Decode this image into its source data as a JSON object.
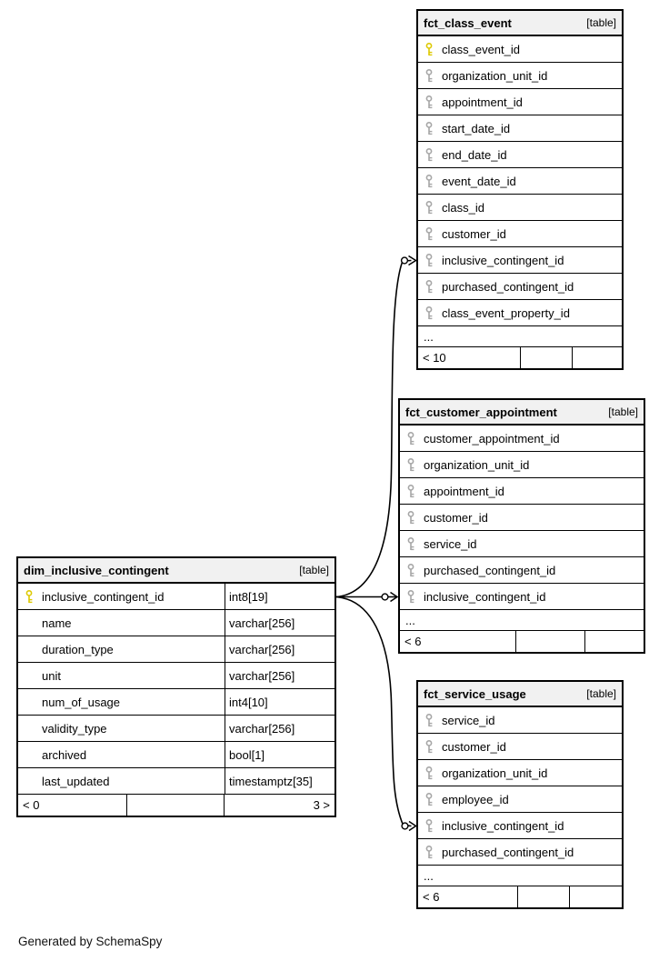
{
  "diagram": {
    "generated_by": "Generated by SchemaSpy"
  },
  "colors": {
    "primary_key_icon": "#ddc900",
    "foreign_key_icon": "#a6a6a6",
    "header_background": "#f1f1f1",
    "border": "#000000"
  },
  "tables": {
    "fct_class_event": {
      "title": "fct_class_event",
      "type_label": "[table]",
      "columns": [
        {
          "name": "class_event_id"
        },
        {
          "name": "organization_unit_id"
        },
        {
          "name": "appointment_id"
        },
        {
          "name": "start_date_id"
        },
        {
          "name": "end_date_id"
        },
        {
          "name": "event_date_id"
        },
        {
          "name": "class_id"
        },
        {
          "name": "customer_id"
        },
        {
          "name": "inclusive_contingent_id"
        },
        {
          "name": "purchased_contingent_id"
        },
        {
          "name": "class_event_property_id"
        }
      ],
      "ellipsis": "...",
      "footer_left": "< 10"
    },
    "fct_customer_appointment": {
      "title": "fct_customer_appointment",
      "type_label": "[table]",
      "columns": [
        {
          "name": "customer_appointment_id"
        },
        {
          "name": "organization_unit_id"
        },
        {
          "name": "appointment_id"
        },
        {
          "name": "customer_id"
        },
        {
          "name": "service_id"
        },
        {
          "name": "purchased_contingent_id"
        },
        {
          "name": "inclusive_contingent_id"
        }
      ],
      "ellipsis": "...",
      "footer_left": "< 6"
    },
    "dim_inclusive_contingent": {
      "title": "dim_inclusive_contingent",
      "type_label": "[table]",
      "columns": [
        {
          "name": "inclusive_contingent_id",
          "type": "int8[19]"
        },
        {
          "name": "name",
          "type": "varchar[256]"
        },
        {
          "name": "duration_type",
          "type": "varchar[256]"
        },
        {
          "name": "unit",
          "type": "varchar[256]"
        },
        {
          "name": "num_of_usage",
          "type": "int4[10]"
        },
        {
          "name": "validity_type",
          "type": "varchar[256]"
        },
        {
          "name": "archived",
          "type": "bool[1]"
        },
        {
          "name": "last_updated",
          "type": "timestamptz[35]"
        }
      ],
      "footer_left": "< 0",
      "footer_right": "3 >"
    },
    "fct_service_usage": {
      "title": "fct_service_usage",
      "type_label": "[table]",
      "columns": [
        {
          "name": "service_id"
        },
        {
          "name": "customer_id"
        },
        {
          "name": "organization_unit_id"
        },
        {
          "name": "employee_id"
        },
        {
          "name": "inclusive_contingent_id"
        },
        {
          "name": "purchased_contingent_id"
        }
      ],
      "ellipsis": "...",
      "footer_left": "< 6"
    }
  }
}
